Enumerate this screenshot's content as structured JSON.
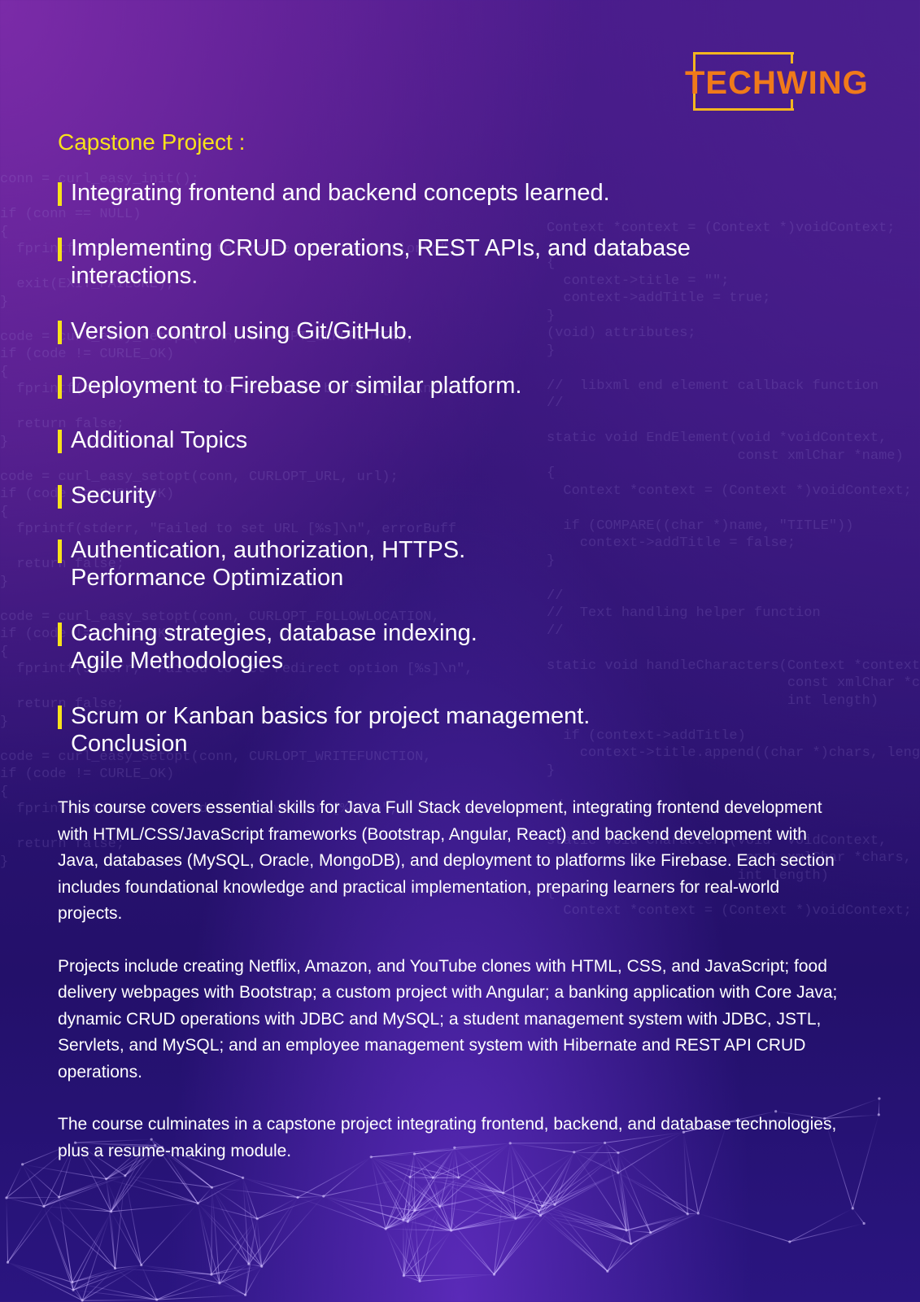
{
  "brand": {
    "logo_text": "TECHWING"
  },
  "heading": "Capstone Project :",
  "bullets": [
    {
      "lines": [
        "Integrating frontend and backend concepts learned."
      ]
    },
    {
      "lines": [
        "Implementing CRUD operations, REST APIs, and database",
        "interactions."
      ]
    },
    {
      "lines": [
        "Version control using Git/GitHub."
      ]
    },
    {
      "lines": [
        "Deployment to Firebase or similar platform."
      ]
    },
    {
      "lines": [
        "Additional Topics"
      ]
    },
    {
      "lines": [
        "Security"
      ]
    },
    {
      "lines": [
        "Authentication, authorization, HTTPS.",
        "Performance Optimization"
      ]
    },
    {
      "lines": [
        "Caching strategies, database indexing.",
        "Agile Methodologies"
      ]
    },
    {
      "lines": [
        "Scrum or Kanban basics for project management.",
        "Conclusion"
      ]
    }
  ],
  "paragraphs": [
    "This course covers essential skills for Java Full Stack development, integrating frontend development with HTML/CSS/JavaScript frameworks (Bootstrap, Angular, React) and backend development with Java, databases (MySQL, Oracle, MongoDB), and deployment to platforms like Firebase. Each section includes foundational knowledge and practical implementation, preparing learners for real-world projects.",
    "Projects include creating Netflix, Amazon, and YouTube clones with HTML, CSS, and JavaScript; food delivery webpages with Bootstrap; a custom project with Angular; a banking application with Core Java; dynamic CRUD operations with JDBC and MySQL; a student management system with JDBC, JSTL, Servlets, and MySQL; and an employee management system with Hibernate and REST API CRUD operations.",
    "The course culminates in a capstone project integrating frontend, backend, and database technologies, plus a resume-making module."
  ],
  "colors": {
    "accent_yellow": "#f7e21b",
    "logo_orange": "#f07a1a",
    "logo_frame": "#f3b61f"
  }
}
